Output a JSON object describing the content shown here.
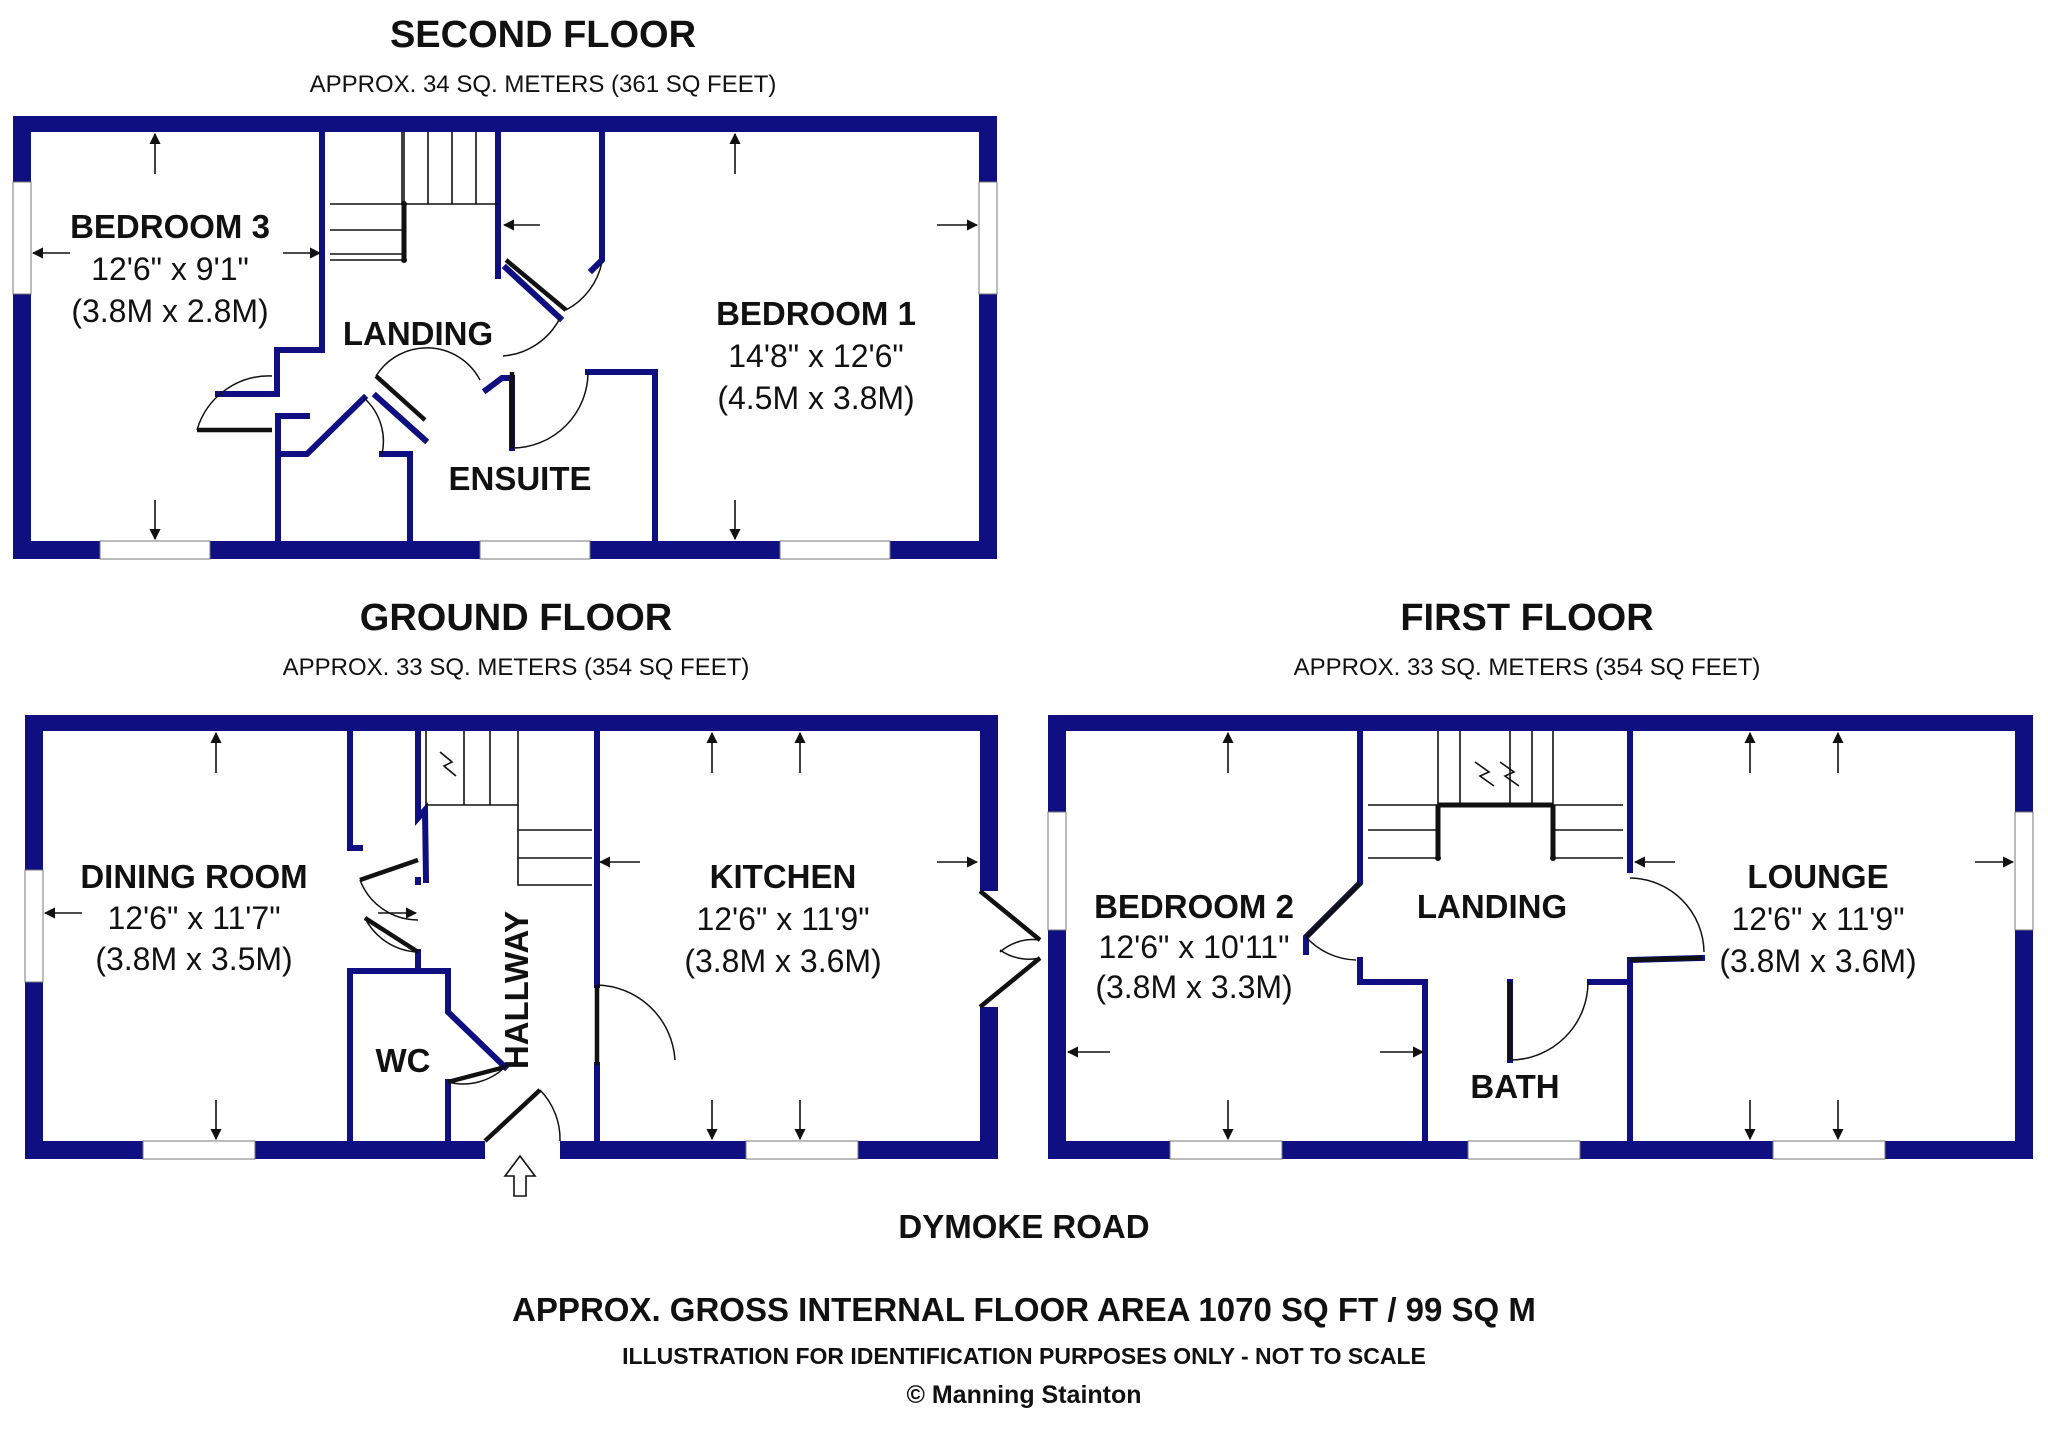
{
  "colors": {
    "wall": "#0f0f82",
    "text": "#111111",
    "background": "#ffffff"
  },
  "floors": {
    "second": {
      "title": "SECOND FLOOR",
      "area": "APPROX. 34 SQ. METERS (361 SQ FEET)",
      "rooms": {
        "bedroom3": {
          "name": "BEDROOM 3",
          "imperial": "12'6\" x 9'1\"",
          "metric": "(3.8M x 2.8M)"
        },
        "landing": {
          "name": "LANDING"
        },
        "bedroom1": {
          "name": "BEDROOM 1",
          "imperial": "14'8\" x 12'6\"",
          "metric": "(4.5M x 3.8M)"
        },
        "ensuite": {
          "name": "ENSUITE"
        }
      }
    },
    "ground": {
      "title": "GROUND FLOOR",
      "area": "APPROX. 33 SQ. METERS (354 SQ FEET)",
      "rooms": {
        "dining": {
          "name": "DINING ROOM",
          "imperial": "12'6\" x 11'7\"",
          "metric": "(3.8M x 3.5M)"
        },
        "kitchen": {
          "name": "KITCHEN",
          "imperial": "12'6\" x 11'9\"",
          "metric": "(3.8M x 3.6M)"
        },
        "hallway": {
          "name": "HALLWAY"
        },
        "wc": {
          "name": "WC"
        }
      }
    },
    "first": {
      "title": "FIRST FLOOR",
      "area": "APPROX. 33 SQ. METERS (354 SQ FEET)",
      "rooms": {
        "bedroom2": {
          "name": "BEDROOM 2",
          "imperial": "12'6\" x 10'11\"",
          "metric": "(3.8M x 3.3M)"
        },
        "landing": {
          "name": "LANDING"
        },
        "lounge": {
          "name": "LOUNGE",
          "imperial": "12'6\" x 11'9\"",
          "metric": "(3.8M x 3.6M)"
        },
        "bath": {
          "name": "BATH"
        }
      }
    }
  },
  "road": "DYMOKE ROAD",
  "footer": {
    "total_area": "APPROX. GROSS INTERNAL FLOOR AREA 1070 SQ FT / 99 SQ M",
    "disclaimer": "ILLUSTRATION FOR IDENTIFICATION PURPOSES ONLY - NOT TO SCALE",
    "copyright": "© Manning Stainton"
  }
}
